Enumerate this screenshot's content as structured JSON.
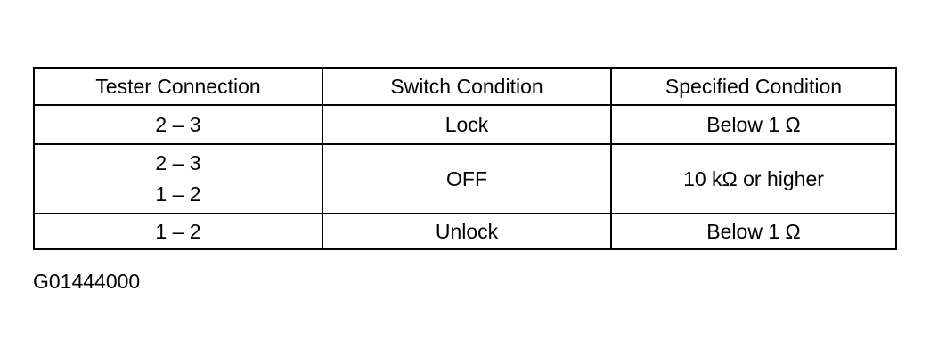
{
  "table": {
    "headers": [
      "Tester Connection",
      "Switch Condition",
      "Specified Condition"
    ],
    "rows": [
      {
        "connection": [
          "2 – 3"
        ],
        "switch": "Lock",
        "specified": "Below 1 Ω"
      },
      {
        "connection": [
          "2 – 3",
          "1 – 2"
        ],
        "switch": "OFF",
        "specified": "10 kΩ or higher"
      },
      {
        "connection": [
          "1 – 2"
        ],
        "switch": "Unlock",
        "specified": "Below 1 Ω"
      }
    ]
  },
  "figure_code": "G01444000"
}
